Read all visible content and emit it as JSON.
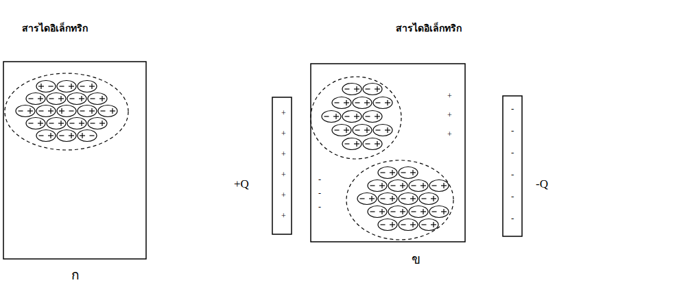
{
  "diagram": {
    "labels": [
      "สารไดอิเล็กทริก",
      "สารไดอิเล็กทริก",
      "+Q",
      "+",
      "+",
      "+",
      "+",
      "+",
      "+",
      "+",
      "+",
      "+",
      "-",
      "-",
      "-",
      "-",
      "-",
      "-",
      "-",
      "-",
      "-",
      "-Q",
      "ก",
      "ข"
    ]
  }
}
